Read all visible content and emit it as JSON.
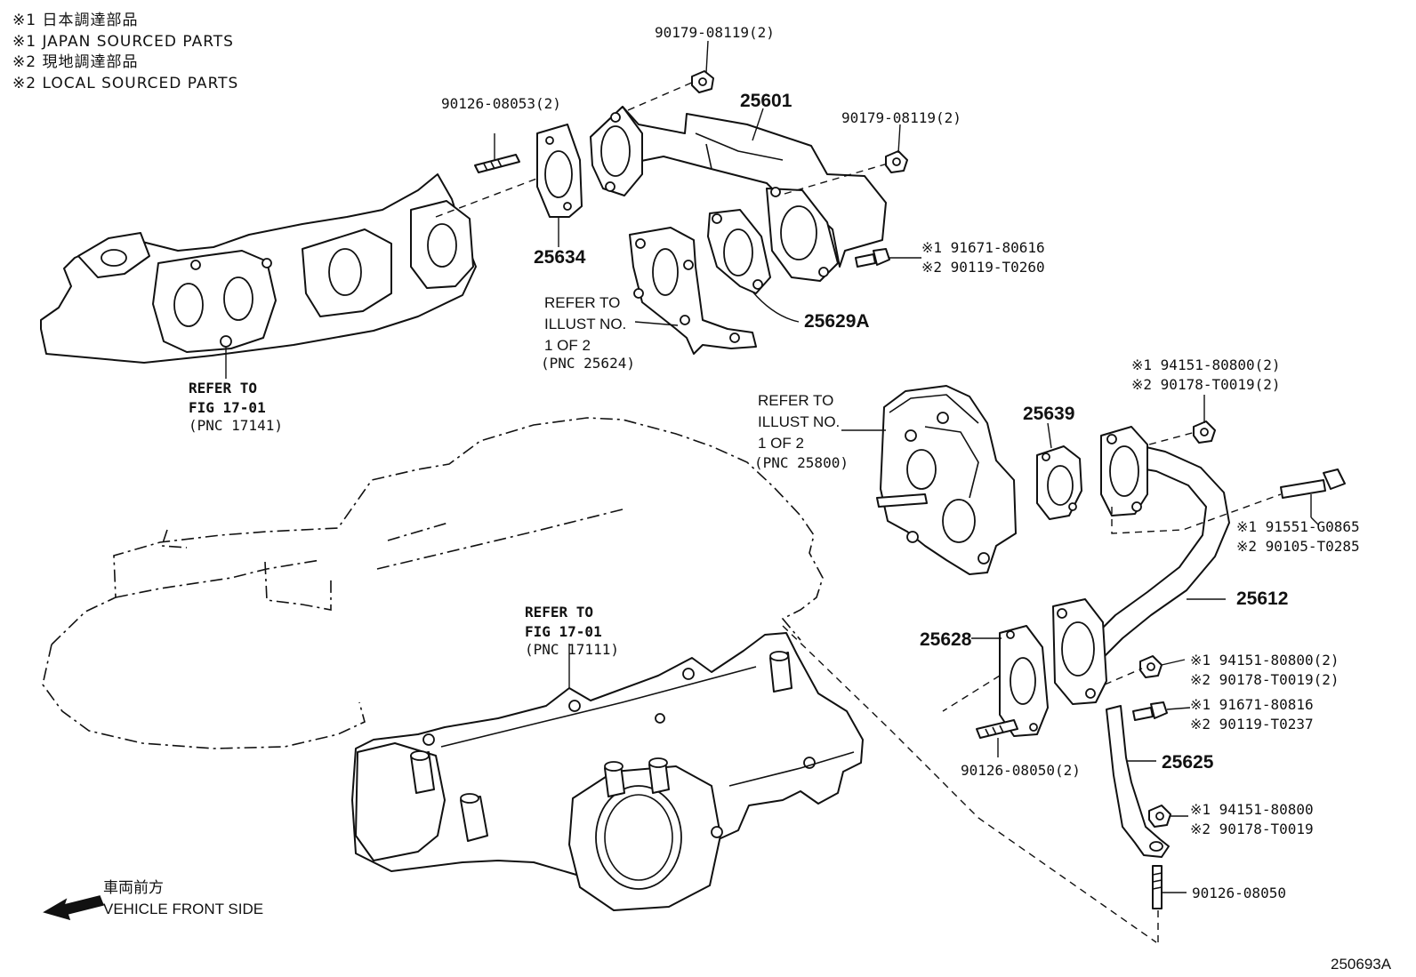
{
  "notes": [
    "※1 日本調達部品",
    "※1 JAPAN SOURCED PARTS",
    "※2 現地調達部品",
    "※2 LOCAL SOURCED PARTS"
  ],
  "labels": {
    "p90179_top": "90179-08119(2)",
    "p90126_top": "90126-08053(2)",
    "p25601": "25601",
    "p90179_right": "90179-08119(2)",
    "p25634": "25634",
    "p91671_1": "※1 91671-80616",
    "p90119_1": "※2 90119-T0260",
    "p25629a": "25629A",
    "ref1_l1": "REFER TO",
    "ref1_l2": "ILLUST NO.",
    "ref1_l3": "1 OF 2",
    "ref1_l4": "(PNC 25624)",
    "ref2_l1": "REFER TO",
    "ref2_l2": "FIG 17-01",
    "ref2_l3": "(PNC 17141)",
    "p94151_a": "※1 94151-80800(2)",
    "p90178_a": "※2 90178-T0019(2)",
    "ref3_l1": "REFER TO",
    "ref3_l2": "ILLUST NO.",
    "ref3_l3": "1 OF 2",
    "ref3_l4": "(PNC 25800)",
    "p25639": "25639",
    "p91551": "※1 91551-G0865",
    "p90105": "※2 90105-T0285",
    "p25612": "25612",
    "ref4_l1": "REFER TO",
    "ref4_l2": "FIG 17-01",
    "ref4_l3": "(PNC 17111)",
    "p25628": "25628",
    "p94151_b": "※1 94151-80800(2)",
    "p90178_b": "※2 90178-T0019(2)",
    "p91671_2": "※1 91671-80816",
    "p90119_2": "※2 90119-T0237",
    "p90126_mid": "90126-08050(2)",
    "p25625": "25625",
    "p94151_c": "※1 94151-80800",
    "p90178_c": "※2 90178-T0019",
    "p90126_bot": "90126-08050",
    "front_jp": "車両前方",
    "front_en": "VEHICLE FRONT SIDE",
    "illus_id": "250693A"
  }
}
